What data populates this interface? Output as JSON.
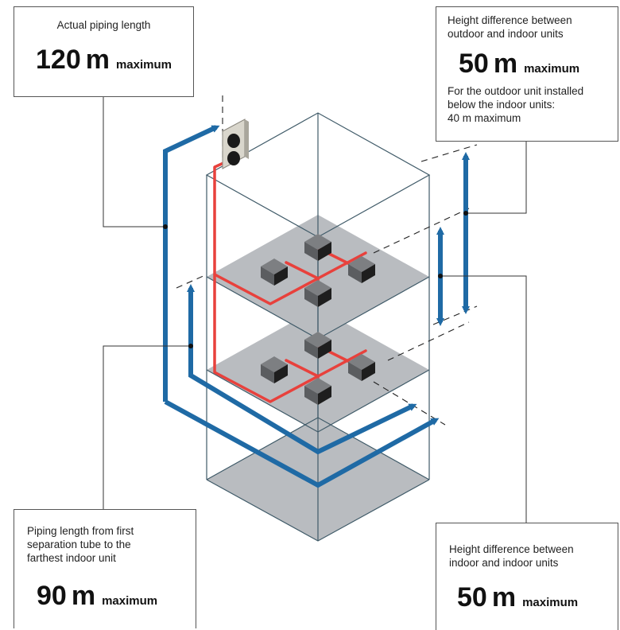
{
  "callouts": {
    "actual_piping": {
      "label": "Actual piping length",
      "number": "120",
      "unit": "m",
      "suffix": "maximum"
    },
    "height_outdoor_indoor": {
      "label_line1": "Height difference between",
      "label_line2": "outdoor and indoor units",
      "number": "50",
      "unit": "m",
      "suffix": "maximum",
      "note_line1": "For the outdoor unit installed",
      "note_line2": "below the indoor units:",
      "note_line3": "40 m maximum"
    },
    "first_branch_length": {
      "label_line1": "Piping length from first",
      "label_line2": "separation tube to the",
      "label_line3": "farthest indoor unit",
      "number": "90",
      "unit": "m",
      "suffix": "maximum"
    },
    "height_indoor_indoor": {
      "label_line1": "Height difference between",
      "label_line2": "indoor and indoor units",
      "number": "50",
      "unit": "m",
      "suffix": "maximum"
    }
  },
  "colors": {
    "arrow_blue": "#1f6aa5",
    "pipe_red": "#e8413c",
    "floor_gray": "#b9bcc0",
    "building_line": "#3f5a68",
    "unit_top": "#7d7f82",
    "unit_side": "#2a2a2a",
    "outdoor_unit": "#d9d6cc"
  }
}
